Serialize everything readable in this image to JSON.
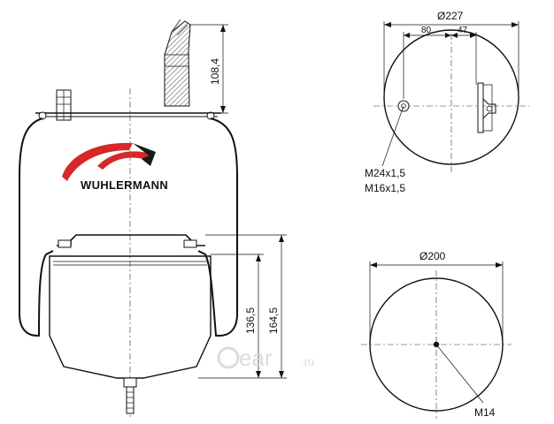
{
  "brand": {
    "name": "WUHLERMANN",
    "logo_colors": [
      "#d62828",
      "#1a1a1a"
    ]
  },
  "watermark": {
    "text": "ear",
    "suffix": ".ru"
  },
  "side_view": {
    "dim_top": "108,4",
    "dim_piston": "136,5",
    "dim_total": "164,5"
  },
  "top_view": {
    "dim_diameter": "Ø227",
    "dim_offset_left": "80",
    "dim_offset_right": "47",
    "thread_1": "M24x1,5",
    "thread_2": "M16x1,5"
  },
  "bottom_view": {
    "dim_diameter": "Ø200",
    "thread": "M14"
  }
}
